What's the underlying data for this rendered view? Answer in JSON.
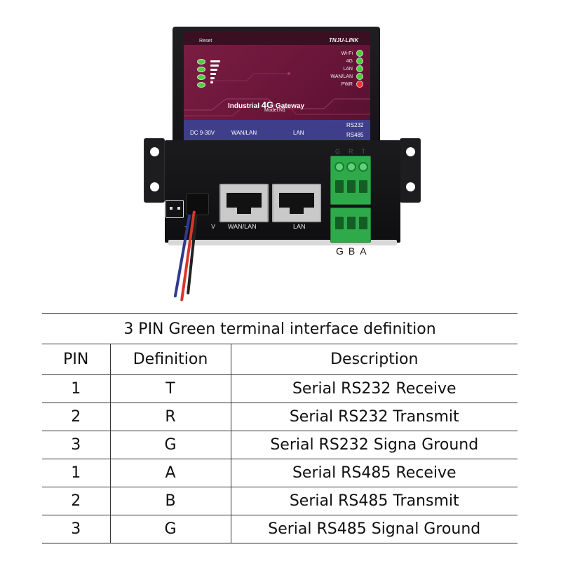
{
  "device": {
    "brand": "TNJU-LINK",
    "reset_label": "Reset",
    "indicators": [
      {
        "label": "Wi-Fi",
        "color": "#4cd137"
      },
      {
        "label": "4G",
        "color": "#4cd137"
      },
      {
        "label": "LAN",
        "color": "#4cd137"
      },
      {
        "label": "WAN/LAN",
        "color": "#4cd137"
      },
      {
        "label": "PWR",
        "color": "#ff2d2d"
      }
    ],
    "title_prefix": "Industrial",
    "title_highlight": "4G",
    "title_suffix": "Gateway",
    "model": "Model:N1",
    "panel_labels": {
      "power": "DC 9-30V",
      "wan": "WAN/LAN",
      "lan": "LAN",
      "rs232": "RS232",
      "rs485": "RS485"
    },
    "port_labels": {
      "wan": "WAN/LAN",
      "lan": "LAN",
      "minus": "-",
      "plus": "V"
    },
    "terminal_top_letters": [
      "G",
      "R",
      "T"
    ],
    "terminal_bottom_letters": [
      "G",
      "B",
      "A"
    ]
  },
  "table": {
    "title": "3 PIN Green terminal interface definition",
    "headers": [
      "PIN",
      "Definition",
      "Description"
    ],
    "rows": [
      [
        "1",
        "T",
        "Serial RS232 Receive"
      ],
      [
        "2",
        "R",
        "Serial RS232 Transmit"
      ],
      [
        "3",
        "G",
        "Serial RS232 Signa Ground"
      ],
      [
        "1",
        "A",
        "Serial RS485 Receive"
      ],
      [
        "2",
        "B",
        "Serial RS485 Transmit"
      ],
      [
        "3",
        "G",
        "Serial RS485 Signal Ground"
      ]
    ]
  }
}
